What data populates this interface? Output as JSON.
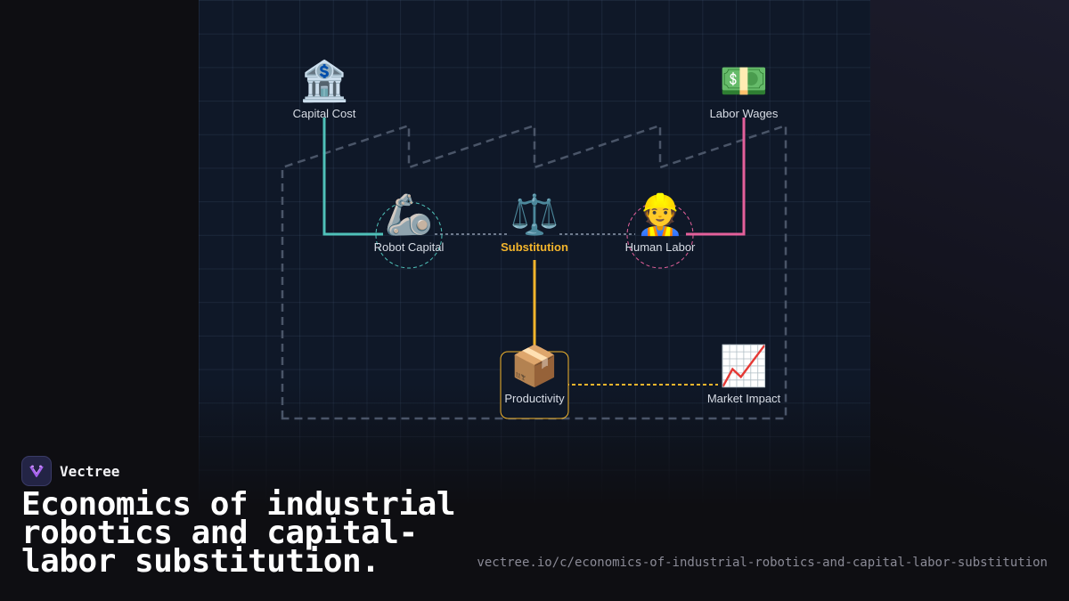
{
  "diagram": {
    "nodes": {
      "capital_cost": {
        "label": "Capital Cost",
        "icon": "🏦",
        "icon_name": "bank-icon"
      },
      "labor_wages": {
        "label": "Labor Wages",
        "icon": "💵",
        "icon_name": "dollar-banknote-icon"
      },
      "robot_capital": {
        "label": "Robot Capital",
        "icon": "🦾",
        "icon_name": "mechanical-arm-icon"
      },
      "substitution": {
        "label": "Substitution",
        "icon": "⚖️",
        "icon_name": "balance-scale-icon"
      },
      "human_labor": {
        "label": "Human Labor",
        "icon": "👷",
        "icon_name": "construction-worker-icon"
      },
      "productivity": {
        "label": "Productivity",
        "icon": "📦",
        "icon_name": "package-icon"
      },
      "market_impact": {
        "label": "Market Impact",
        "icon": "📈",
        "icon_name": "chart-increasing-icon"
      }
    },
    "colors": {
      "capital": "#4fc1b9",
      "labor": "#e4609b",
      "substitution": "#f3b52c",
      "factory_outline": "#4a5568"
    }
  },
  "brand": {
    "name": "Vectree"
  },
  "title": "Economics of industrial robotics and capital-labor substitution.",
  "url": "vectree.io/c/economics-of-industrial-robotics-and-capital-labor-substitution"
}
